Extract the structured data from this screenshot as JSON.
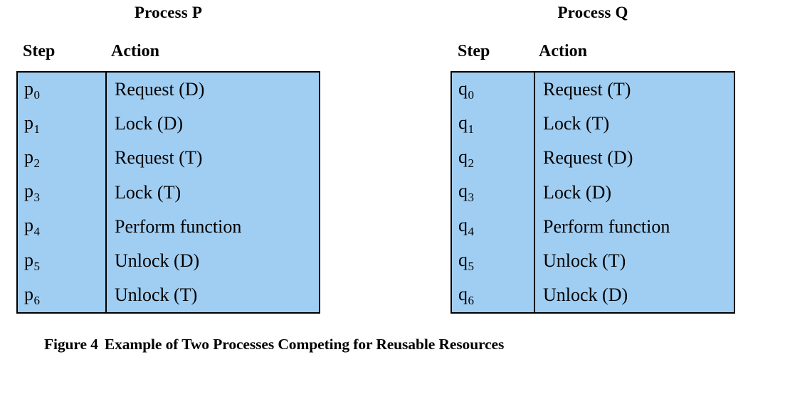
{
  "figure": {
    "caption_label": "Figure 4",
    "caption_text": "Example of Two Processes Competing for Reusable Resources",
    "fill_color": "#a0cef2",
    "border_color": "#000000",
    "text_color": "#000000"
  },
  "columns": {
    "step": "Step",
    "action": "Action"
  },
  "processes": [
    {
      "title": "Process P",
      "rows": [
        {
          "step_base": "p",
          "step_sub": "0",
          "action": "Request (D)"
        },
        {
          "step_base": "p",
          "step_sub": "1",
          "action": "Lock (D)"
        },
        {
          "step_base": "p",
          "step_sub": "2",
          "action": "Request (T)"
        },
        {
          "step_base": "p",
          "step_sub": "3",
          "action": "Lock (T)"
        },
        {
          "step_base": "p",
          "step_sub": "4",
          "action": "Perform function"
        },
        {
          "step_base": "p",
          "step_sub": "5",
          "action": "Unlock (D)"
        },
        {
          "step_base": "p",
          "step_sub": "6",
          "action": "Unlock (T)"
        }
      ]
    },
    {
      "title": "Process Q",
      "rows": [
        {
          "step_base": "q",
          "step_sub": "0",
          "action": "Request (T)"
        },
        {
          "step_base": "q",
          "step_sub": "1",
          "action": "Lock (T)"
        },
        {
          "step_base": "q",
          "step_sub": "2",
          "action": "Request (D)"
        },
        {
          "step_base": "q",
          "step_sub": "3",
          "action": "Lock (D)"
        },
        {
          "step_base": "q",
          "step_sub": "4",
          "action": "Perform function"
        },
        {
          "step_base": "q",
          "step_sub": "5",
          "action": "Unlock (T)"
        },
        {
          "step_base": "q",
          "step_sub": "6",
          "action": "Unlock (D)"
        }
      ]
    }
  ]
}
